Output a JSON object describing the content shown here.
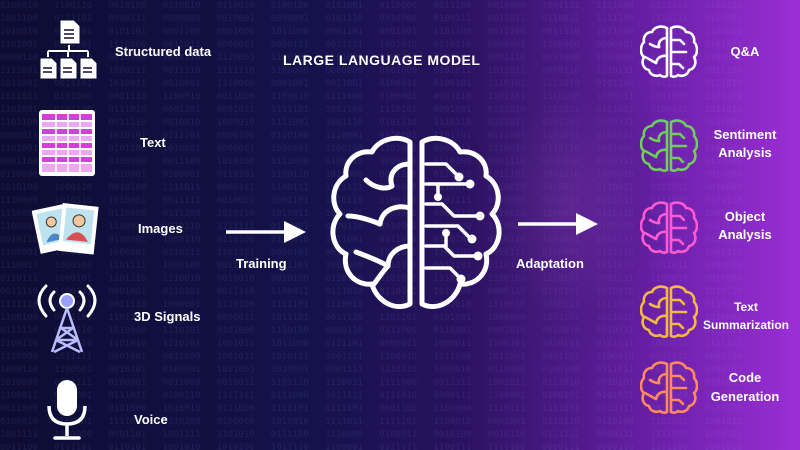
{
  "title": "LARGE LANGUAGE MODEL",
  "inputs": [
    {
      "label": "Structured data",
      "icon": "structured-data-icon"
    },
    {
      "label": "Text",
      "icon": "text-table-icon"
    },
    {
      "label": "Images",
      "icon": "photos-icon"
    },
    {
      "label": "3D Signals",
      "icon": "signal-tower-icon"
    },
    {
      "label": "Voice",
      "icon": "microphone-icon"
    }
  ],
  "flow": {
    "training_label": "Training",
    "adaptation_label": "Adaptation"
  },
  "outputs": [
    {
      "line1": "Q&A",
      "line2": "",
      "color": "#ffffff"
    },
    {
      "line1": "Sentiment",
      "line2": "Analysis",
      "color": "#6fcf5a"
    },
    {
      "line1": "Object",
      "line2": "Analysis",
      "color": "#ff5ad1"
    },
    {
      "line1": "Text",
      "line2": "Summarization",
      "color": "#f5b942"
    },
    {
      "line1": "Code",
      "line2": "Generation",
      "color": "#ff8a5c"
    }
  ],
  "colors": {
    "background_left": "#0d0c33",
    "background_right": "#9b2fd6",
    "text_table_accent": "#d63fd6"
  }
}
